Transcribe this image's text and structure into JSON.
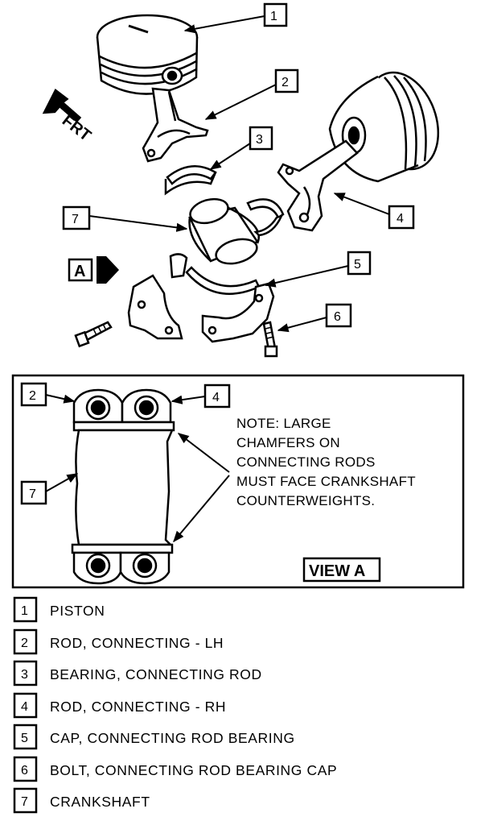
{
  "callouts": [
    "1",
    "2",
    "3",
    "4",
    "5",
    "6",
    "7"
  ],
  "direction_label": "FRT",
  "view_marker": "A",
  "view_a": {
    "title": "VIEW A",
    "note_lines": [
      "NOTE: LARGE",
      "CHAMFERS ON",
      "CONNECTING RODS",
      "MUST FACE CRANKSHAFT",
      "COUNTERWEIGHTS."
    ],
    "callout_left_top": "2",
    "callout_right_top": "4",
    "callout_left_mid": "7"
  },
  "legend": [
    {
      "num": "1",
      "text": "PISTON"
    },
    {
      "num": "2",
      "text": "ROD, CONNECTING - LH"
    },
    {
      "num": "3",
      "text": "BEARING, CONNECTING ROD"
    },
    {
      "num": "4",
      "text": "ROD, CONNECTING - RH"
    },
    {
      "num": "5",
      "text": "CAP, CONNECTING ROD BEARING"
    },
    {
      "num": "6",
      "text": "BOLT, CONNECTING ROD BEARING CAP"
    },
    {
      "num": "7",
      "text": "CRANKSHAFT"
    }
  ]
}
